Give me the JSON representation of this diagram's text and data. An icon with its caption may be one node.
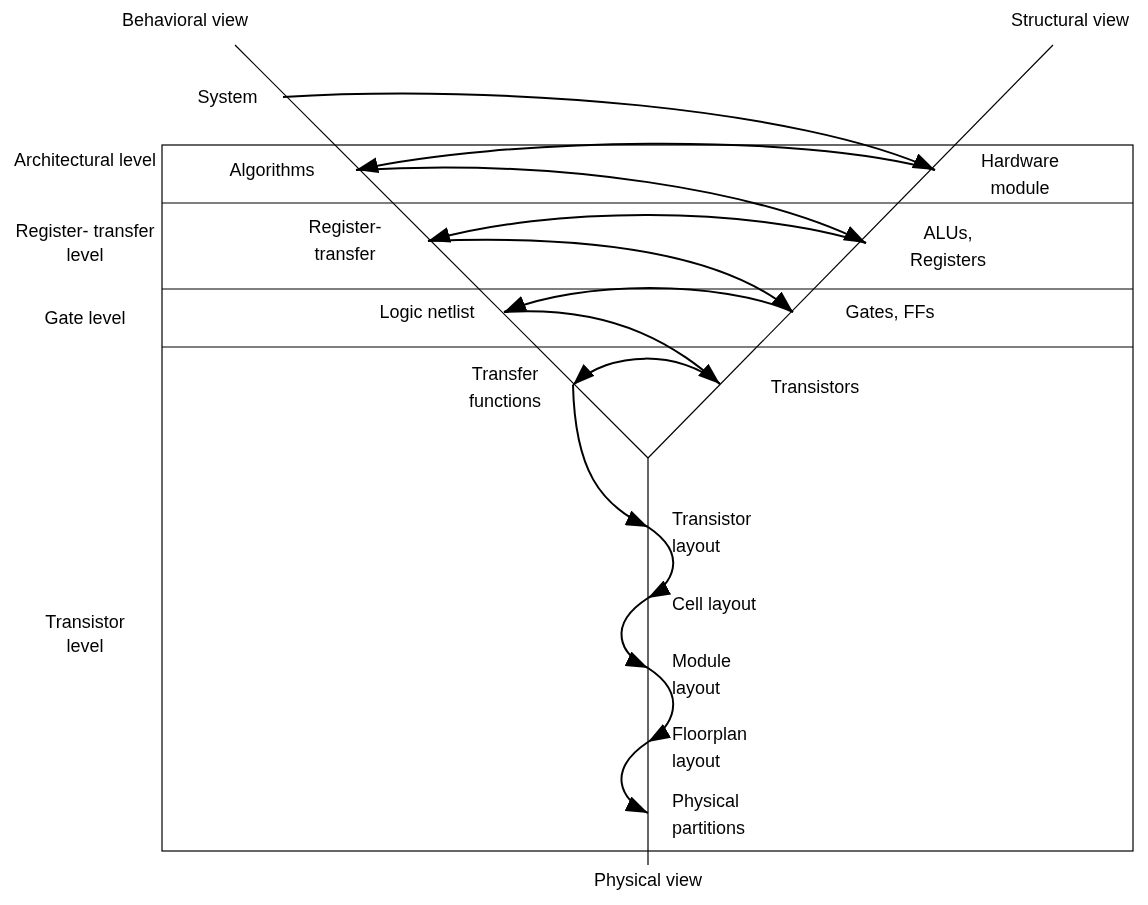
{
  "diagram": {
    "nodes": [
      {
        "text": [
          "System"
        ]
      },
      {
        "text": [
          "Algorithms"
        ]
      },
      {
        "text": [
          "Hardware module"
        ]
      },
      {
        "text": [
          "Register- transfer"
        ]
      },
      {
        "text": [
          "ALUs, Registers"
        ]
      },
      {
        "text": [
          "Logic netlist"
        ]
      },
      {
        "text": [
          "Gates, FFs"
        ]
      },
      {
        "text": [
          "Transfer functions"
        ]
      },
      {
        "text": [
          "Transistors"
        ]
      },
      {
        "text": [
          "Transistor layout"
        ]
      },
      {
        "text": [
          "Cell layout"
        ]
      },
      {
        "text": [
          "Module layout"
        ]
      },
      {
        "text": [
          "Floorplan layout"
        ]
      },
      {
        "text": [
          "Physical partitions"
        ]
      }
    ],
    "edges": [
      {
        "from": 0,
        "to": 2,
        "arrow": "to"
      },
      {
        "from": 2,
        "to": 1,
        "arrow": "to"
      },
      {
        "from": 1,
        "to": 4,
        "arrow": "to"
      },
      {
        "from": 4,
        "to": 3,
        "arrow": "to"
      },
      {
        "from": 3,
        "to": 6,
        "arrow": "to"
      },
      {
        "from": 6,
        "to": 5,
        "arrow": "to"
      },
      {
        "from": 5,
        "to": 8,
        "arrow": "to"
      },
      {
        "from": 8,
        "to": 7,
        "arrow": "to"
      },
      {
        "from": 7,
        "to": 9,
        "arrow": "to"
      },
      {
        "from": 9,
        "to": 10,
        "arrow": "to"
      },
      {
        "from": 10,
        "to": 11,
        "arrow": "to"
      },
      {
        "from": 11,
        "to": 12,
        "arrow": "to"
      },
      {
        "from": 12,
        "to": 13,
        "arrow": "to"
      }
    ],
    "labels": [
      "Behavioral view",
      "Structural view",
      "Architectural level",
      "Register- transfer level",
      "Gate level",
      "Transistor level",
      "Physical view"
    ]
  }
}
